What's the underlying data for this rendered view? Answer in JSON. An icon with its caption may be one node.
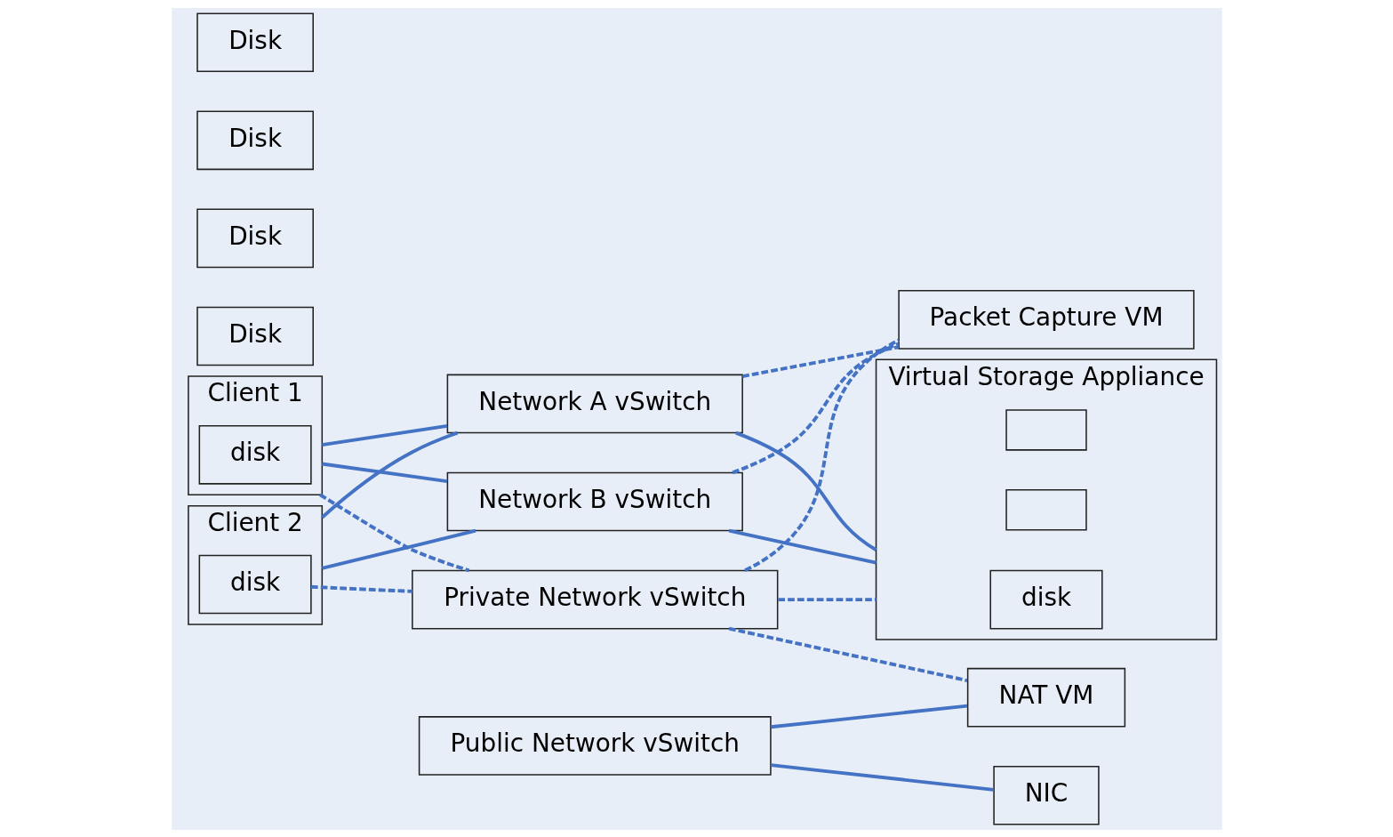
{
  "diagram": {
    "nodes": [
      {
        "text": [
          "Client 1"
        ]
      },
      {
        "text": [
          "disk"
        ],
        "in": 0
      },
      {
        "text": [
          "Client 2"
        ]
      },
      {
        "text": [
          "disk"
        ],
        "in": 2
      },
      {
        "text": [
          "Network A vSwitch"
        ]
      },
      {
        "text": [
          "Packet Capture VM"
        ]
      },
      {
        "text": [
          "Network B vSwitch"
        ]
      },
      {
        "text": [
          "Virtual Storage Appliance"
        ]
      },
      {
        "text": [],
        "shape": "box",
        "in": 7
      },
      {
        "text": [],
        "shape": "box",
        "in": 7
      },
      {
        "text": [
          "disk"
        ],
        "in": 7
      },
      {
        "text": [
          "Private Network vSwitch"
        ]
      },
      {
        "text": [
          "Public Network vSwitch"
        ]
      },
      {
        "text": [
          "NAT VM"
        ]
      },
      {
        "text": [
          "NIC"
        ]
      },
      {
        "text": [
          "Disk"
        ]
      },
      {
        "text": [
          "Disk"
        ]
      },
      {
        "text": [
          "Disk"
        ]
      },
      {
        "text": [
          "Disk"
        ]
      }
    ],
    "edges": [
      {
        "from": 0,
        "to": 4,
        "arrow": "none"
      },
      {
        "from": 0,
        "to": 6,
        "arrow": "none"
      },
      {
        "from": 2,
        "to": 4,
        "arrow": "none"
      },
      {
        "from": 2,
        "to": 6,
        "arrow": "none"
      },
      {
        "from": 4,
        "to": 5,
        "arrow": "none",
        "style": "dashed"
      },
      {
        "from": 6,
        "to": 5,
        "arrow": "none",
        "style": "dashed"
      },
      {
        "from": 4,
        "to": 7,
        "arrow": "none"
      },
      {
        "from": 6,
        "to": 7,
        "arrow": "none"
      },
      {
        "from": 0,
        "to": 11,
        "arrow": "none",
        "style": "dashed"
      },
      {
        "from": 3,
        "to": 11,
        "arrow": "none",
        "style": "dashed"
      },
      {
        "from": 11,
        "to": 7,
        "arrow": "none",
        "style": "dashed"
      },
      {
        "from": 11,
        "to": 5,
        "arrow": "none",
        "style": "dashed"
      },
      {
        "from": 11,
        "to": 13,
        "arrow": "none",
        "style": "dashed"
      },
      {
        "from": 12,
        "to": 13,
        "arrow": "none"
      },
      {
        "from": 12,
        "to": 14,
        "arrow": "none"
      }
    ]
  }
}
